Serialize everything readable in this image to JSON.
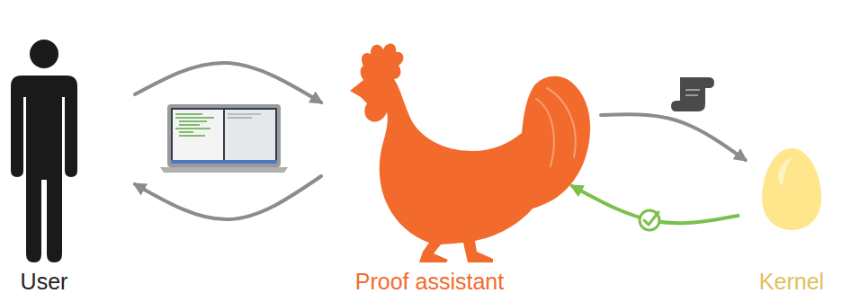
{
  "diagram": {
    "nodes": [
      {
        "text": [
          "User"
        ]
      },
      {
        "text": [
          "Proof assistant"
        ]
      },
      {
        "text": [
          "Kernel"
        ]
      }
    ],
    "edges": [
      {
        "from": 0,
        "to": 1,
        "arrow": "to"
      },
      {
        "from": 1,
        "to": 0,
        "arrow": "to"
      },
      {
        "from": 1,
        "to": 2,
        "arrow": "to"
      },
      {
        "from": 2,
        "to": 1,
        "arrow": "to"
      }
    ]
  }
}
